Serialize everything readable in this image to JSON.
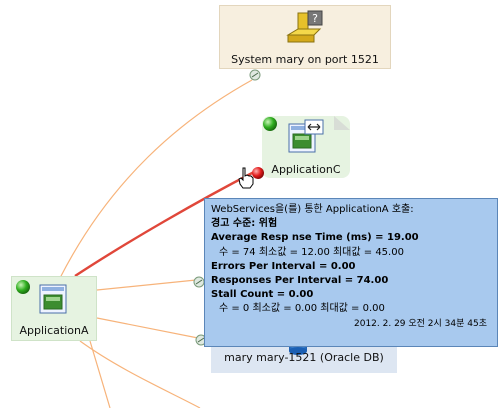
{
  "nodes": {
    "system_mary": {
      "label": "System mary on port 1521"
    },
    "application_c": {
      "label": "ApplicationC"
    },
    "application_a": {
      "label": "ApplicationA"
    },
    "mary_db": {
      "label": "mary mary-1521 (Oracle DB)"
    }
  },
  "tooltip": {
    "title": "WebServices을(를) 통한 ApplicationA 호출:",
    "alert_level": "경고 수준: 위험",
    "avg_resp": "Average Resp  nse Time (ms) = 19.00",
    "avg_resp_stats": "수 = 74  최소값 = 12.00  최대값 = 45.00",
    "errors": "Errors Per Interval = 0.00",
    "responses": "Responses Per Interval = 74.00",
    "stall": "Stall Count = 0.00",
    "stall_stats": "수 = 0  최소값 = 0.00  최대값 = 0.00",
    "timestamp": "2012. 2. 29 오전 2시 34분 45초"
  },
  "colors": {
    "edge": "#f7b37a",
    "edge_selected": "#e0473a",
    "status_ok": "#2fae1f",
    "status_alert": "#e21b1b",
    "tooltip_bg": "#a8c9ee"
  },
  "icons": [
    "unknown-system-icon",
    "application-icon",
    "webservice-badge-icon",
    "database-icon",
    "hand-cursor-icon",
    "edge-connector-icon"
  ]
}
